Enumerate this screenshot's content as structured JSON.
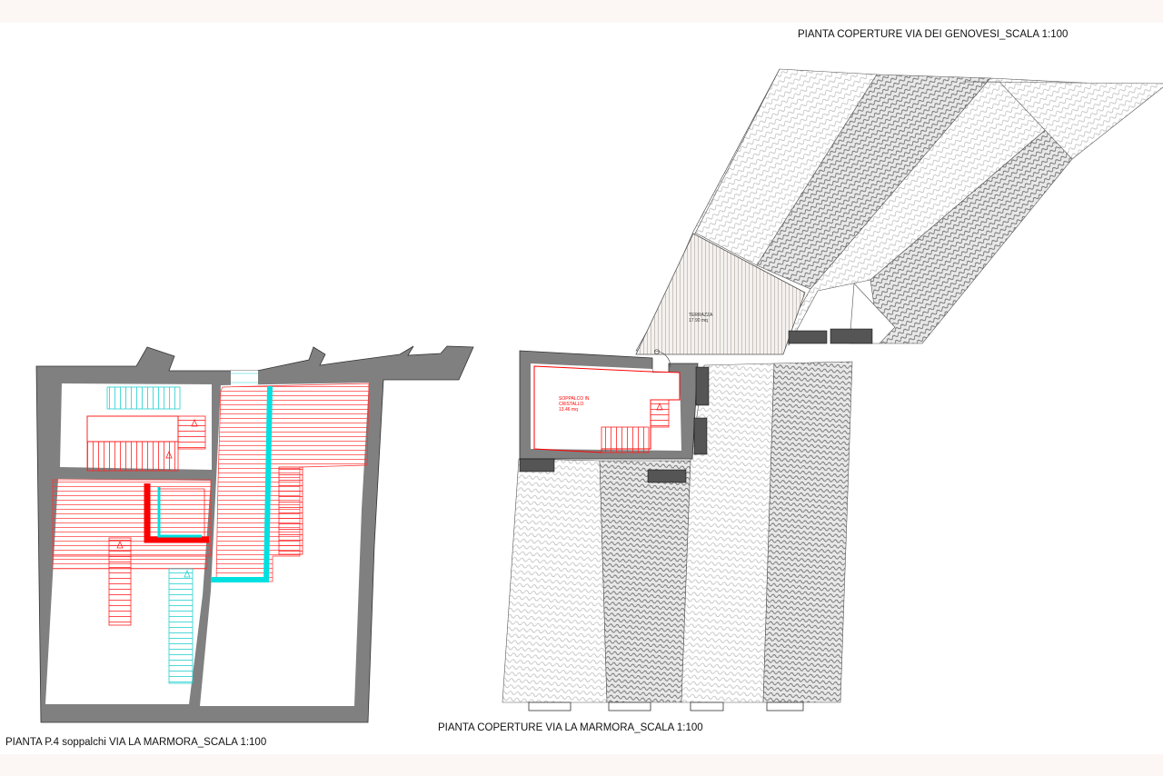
{
  "titles": {
    "roof_genovesi": "PIANTA COPERTURE VIA DEI GENOVESI_SCALA 1:100",
    "roof_marmora": "PIANTA COPERTURE VIA LA MARMORA_SCALA 1:100",
    "floor_plan": "PIANTA P.4 soppalchi VIA LA MARMORA_SCALA 1:100"
  },
  "labels": {
    "terrace_name": "TERRAZZA",
    "terrace_area": "17.90 mq",
    "mezzanine_line1": "SOPPALCO IN",
    "mezzanine_line2": "CRISTALLO",
    "mezzanine_area": "13.46 mq"
  },
  "colors": {
    "wall": "#7f7f7f",
    "new_element": "#ff0000",
    "demolition": "#00e5e5",
    "tiles": "#b9b9b9"
  }
}
